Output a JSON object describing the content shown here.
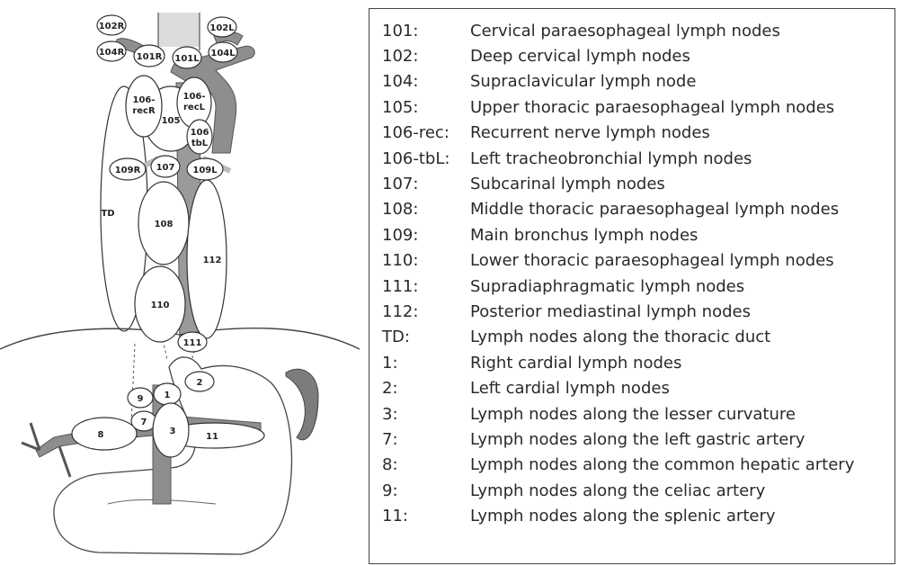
{
  "diagram": {
    "node_labels": {
      "n102R": "102R",
      "n102L": "102L",
      "n104R": "104R",
      "n101R": "101R",
      "n101L": "101L",
      "n104L": "104L",
      "n106recR_1": "106-",
      "n106recR_2": "recR",
      "n106recL_1": "106-",
      "n106recL_2": "recL",
      "n105": "105",
      "n106tbL_1": "106",
      "n106tbL_2": "tbL",
      "n109R": "109R",
      "n107": "107",
      "n109L": "109L",
      "nTD": "TD",
      "n108": "108",
      "n112": "112",
      "n110": "110",
      "n111": "111",
      "n2": "2",
      "n9": "9",
      "n1": "1",
      "n7": "7",
      "n8": "8",
      "n3": "3",
      "n11": "11"
    }
  },
  "legend": {
    "rows": [
      {
        "code": "101:",
        "desc": "Cervical paraesophageal lymph nodes"
      },
      {
        "code": "102:",
        "desc": "Deep cervical lymph nodes"
      },
      {
        "code": "104:",
        "desc": "Supraclavicular lymph node"
      },
      {
        "code": "105:",
        "desc": "Upper thoracic paraesophageal lymph nodes"
      },
      {
        "code": "106-rec:",
        "desc": "Recurrent nerve lymph nodes"
      },
      {
        "code": "106-tbL:",
        "desc": "Left tracheobronchial lymph nodes"
      },
      {
        "code": "107:",
        "desc": "Subcarinal lymph nodes"
      },
      {
        "code": "108:",
        "desc": "Middle thoracic paraesophageal lymph nodes"
      },
      {
        "code": "109:",
        "desc": "Main bronchus lymph nodes"
      },
      {
        "code": "110:",
        "desc": "Lower thoracic paraesophageal lymph nodes"
      },
      {
        "code": "111:",
        "desc": "Supradiaphragmatic lymph nodes"
      },
      {
        "code": "112:",
        "desc": "Posterior mediastinal lymph nodes"
      },
      {
        "code": "TD:",
        "desc": "Lymph nodes along the thoracic duct"
      },
      {
        "code": "1:",
        "desc": "Right cardial lymph nodes"
      },
      {
        "code": "2:",
        "desc": "Left cardial lymph nodes"
      },
      {
        "code": "3:",
        "desc": "Lymph nodes along the lesser curvature"
      },
      {
        "code": "7:",
        "desc": "Lymph nodes along the left gastric artery"
      },
      {
        "code": "8:",
        "desc": "Lymph nodes along the common hepatic artery"
      },
      {
        "code": "9:",
        "desc": "Lymph nodes along the celiac artery"
      },
      {
        "code": "11:",
        "desc": "Lymph nodes along the splenic artery"
      }
    ]
  }
}
